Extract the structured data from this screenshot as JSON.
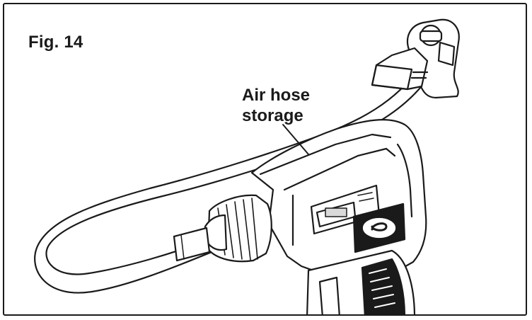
{
  "figure": {
    "label": "Fig. 14",
    "callout": {
      "line1": "Air hose",
      "line2": "storage"
    }
  },
  "colors": {
    "ink": "#1a1a1a",
    "paper": "#ffffff",
    "shade": "#d9d9d9"
  }
}
